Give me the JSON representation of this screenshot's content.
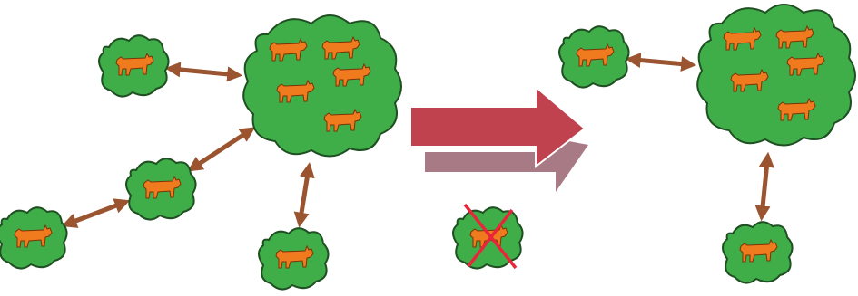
{
  "colors": {
    "habitat_fill": "#3fae49",
    "habitat_outline": "#1f4f22",
    "animal": "#f07a1e",
    "animal_outline": "#7a3306",
    "connector": "#9a5530",
    "arrow_main": "#c0424f",
    "arrow_shadow": "#a87a86",
    "cross": "#e8253a",
    "background": "#ffffff"
  },
  "icons": {
    "habitat": "habitat-patch-icon",
    "animal": "wild-cat-icon",
    "connector": "double-arrow-icon",
    "transition": "right-arrow-icon",
    "extinct": "cross-mark-icon"
  },
  "before": {
    "patches": [
      {
        "id": "large",
        "animals": 5
      },
      {
        "id": "top-left",
        "animals": 1
      },
      {
        "id": "middle",
        "animals": 1
      },
      {
        "id": "bottom-left",
        "animals": 1
      },
      {
        "id": "bottom-middle",
        "animals": 1
      }
    ],
    "links": [
      [
        "top-left",
        "large"
      ],
      [
        "middle",
        "large"
      ],
      [
        "bottom-left",
        "middle"
      ],
      [
        "bottom-middle",
        "large"
      ]
    ]
  },
  "after": {
    "patches": [
      {
        "id": "large",
        "animals": 5
      },
      {
        "id": "top-left",
        "animals": 1
      },
      {
        "id": "bottom",
        "animals": 1
      }
    ],
    "links": [
      [
        "top-left",
        "large"
      ],
      [
        "bottom",
        "large"
      ]
    ],
    "extinct_patch": {
      "animals": 1,
      "crossed": true
    }
  }
}
